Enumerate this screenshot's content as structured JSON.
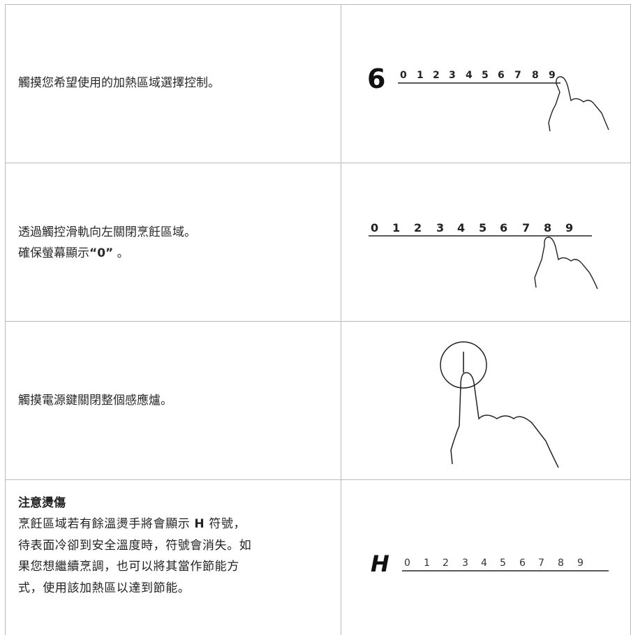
{
  "rows": [
    {
      "text": "觸摸您希望使用的加熱區域選擇控制。",
      "display_digit": "6",
      "scale": [
        "0",
        "1",
        "2",
        "3",
        "4",
        "5",
        "6",
        "7",
        "8",
        "9"
      ]
    },
    {
      "line1": "透過觸控滑軌向左關閉烹飪區域。",
      "line2_pre": "確保螢幕顯示",
      "line2_quote_open": "“",
      "line2_bold": "0",
      "line2_quote_close": "”",
      "line2_post": " 。",
      "scale": [
        "0",
        "1",
        "2",
        "3",
        "4",
        "5",
        "6",
        "7",
        "8",
        "9"
      ]
    },
    {
      "text": "觸摸電源鍵關閉整個感應爐。"
    },
    {
      "title": "注意燙傷",
      "l1_pre": "烹飪區域若有餘溫燙手將會顯示 ",
      "l1_bold": "H",
      "l1_post": " 符號，",
      "l2": "待表面冷卻到安全溫度時，符號會消失。如",
      "l3": "果您想繼續烹調，也可以將其當作節能方",
      "l4": "式，使用該加熱區以達到節能。",
      "display_symbol": "H",
      "scale": [
        "0",
        "1",
        "2",
        "3",
        "4",
        "5",
        "6",
        "7",
        "8",
        "9"
      ]
    }
  ]
}
